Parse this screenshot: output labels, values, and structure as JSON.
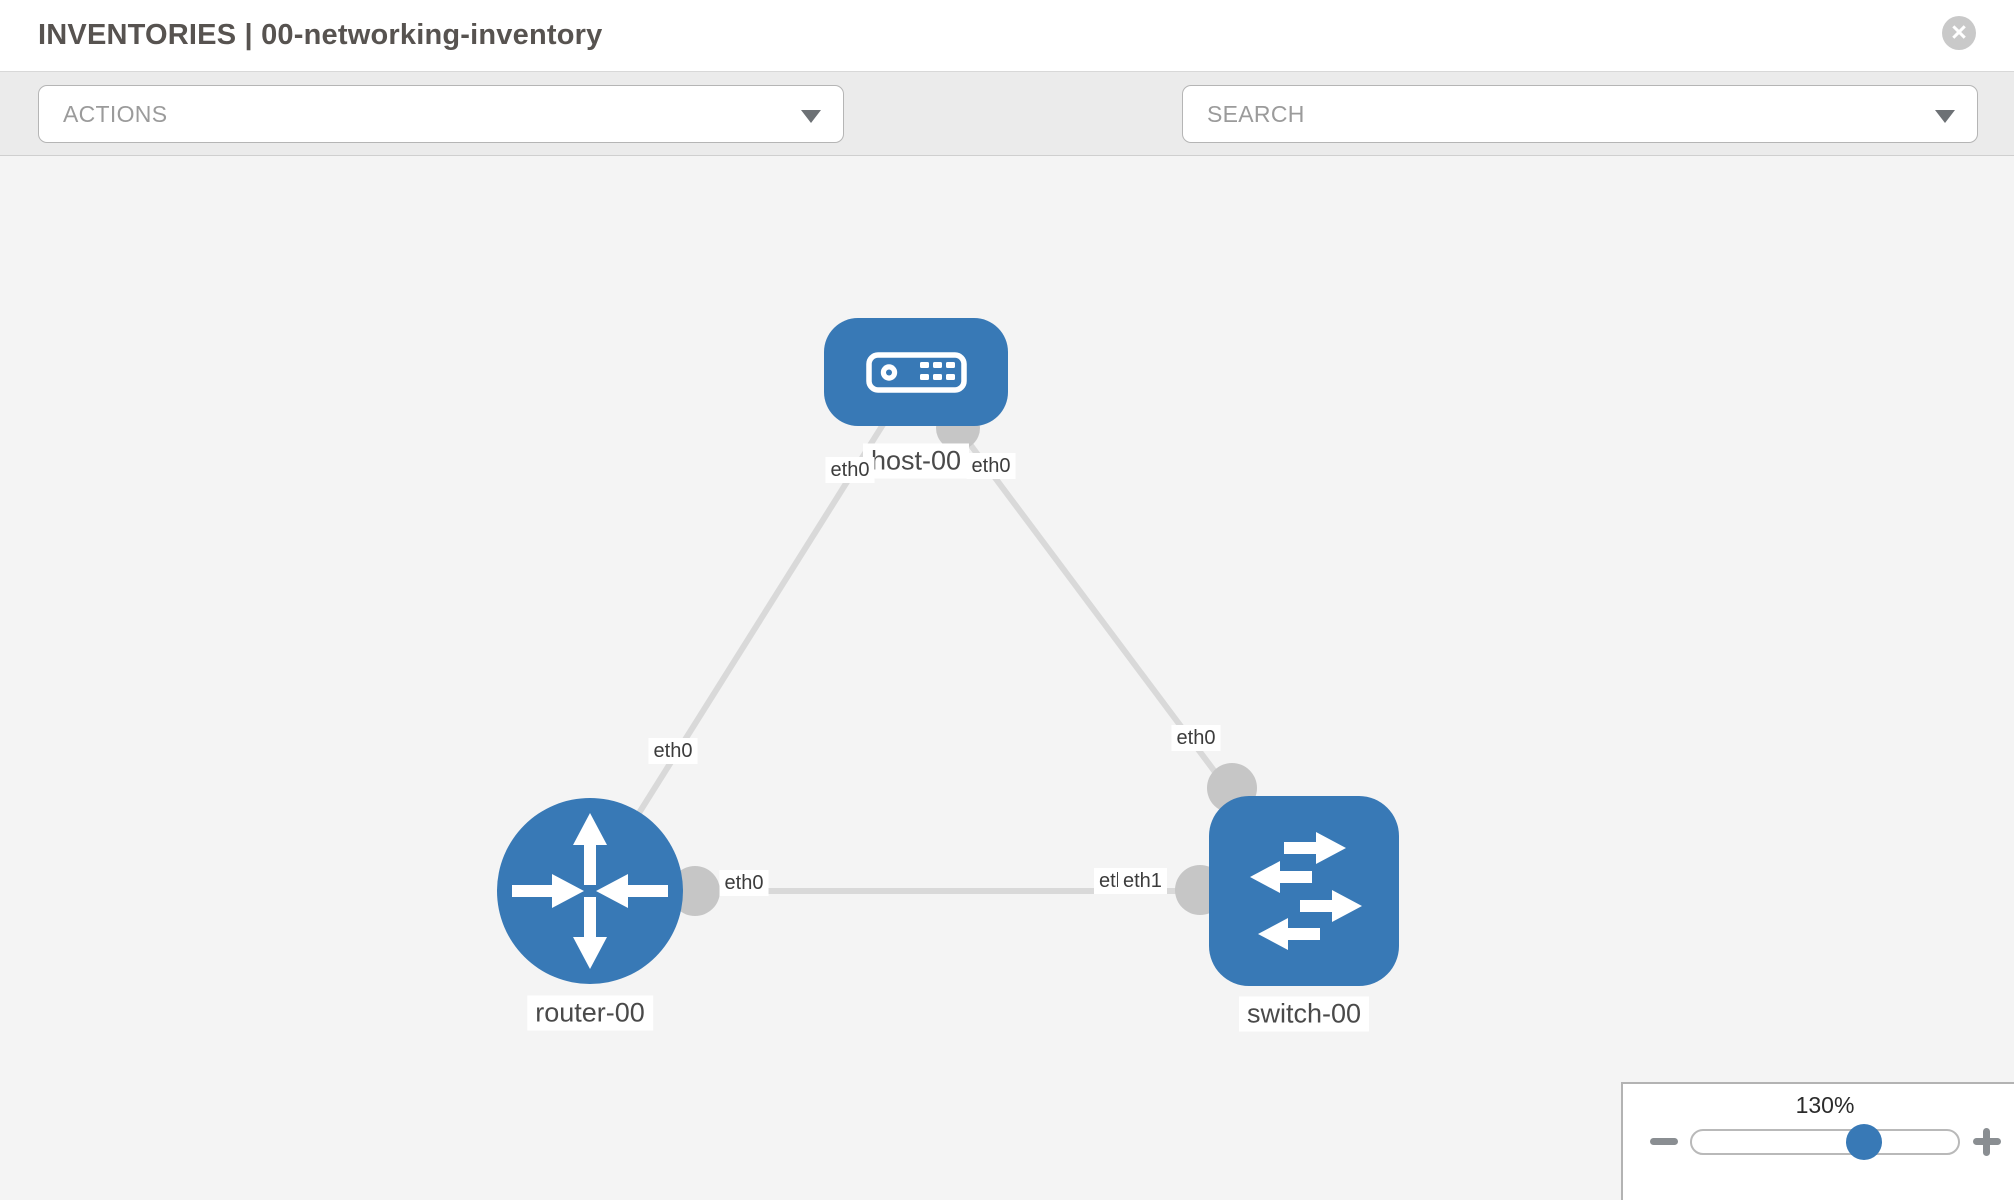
{
  "window": {
    "title": "INVENTORIES | 00-networking-inventory",
    "close_icon": "circle-x",
    "close_glyph": "×"
  },
  "toolbar": {
    "actions_label": "ACTIONS",
    "search_label": "SEARCH",
    "icons": [
      "wrench-icon",
      "key-icon"
    ]
  },
  "topology": {
    "nodes": [
      {
        "id": "host-00",
        "type": "host",
        "label": "host-00"
      },
      {
        "id": "router-00",
        "type": "router",
        "label": "router-00"
      },
      {
        "id": "switch-00",
        "type": "switch",
        "label": "switch-00"
      }
    ],
    "links": [
      {
        "from": "host-00",
        "from_if": "eth0",
        "to": "router-00",
        "to_if": "eth0"
      },
      {
        "from": "host-00",
        "from_if": "eth0",
        "to": "switch-00",
        "to_if": "eth0"
      },
      {
        "from": "router-00",
        "from_if": "eth0",
        "to": "switch-00",
        "to_if": "eth1",
        "to_if_overlapped": "eth0"
      }
    ]
  },
  "zoom_control": {
    "value": "130%"
  },
  "colors": {
    "node_blue": "#3879b6",
    "link_gray": "#d9d9d9",
    "endpoint_gray": "#c6c6c6",
    "toolbar_bg": "#ebebeb",
    "canvas_bg": "#f4f4f4"
  }
}
